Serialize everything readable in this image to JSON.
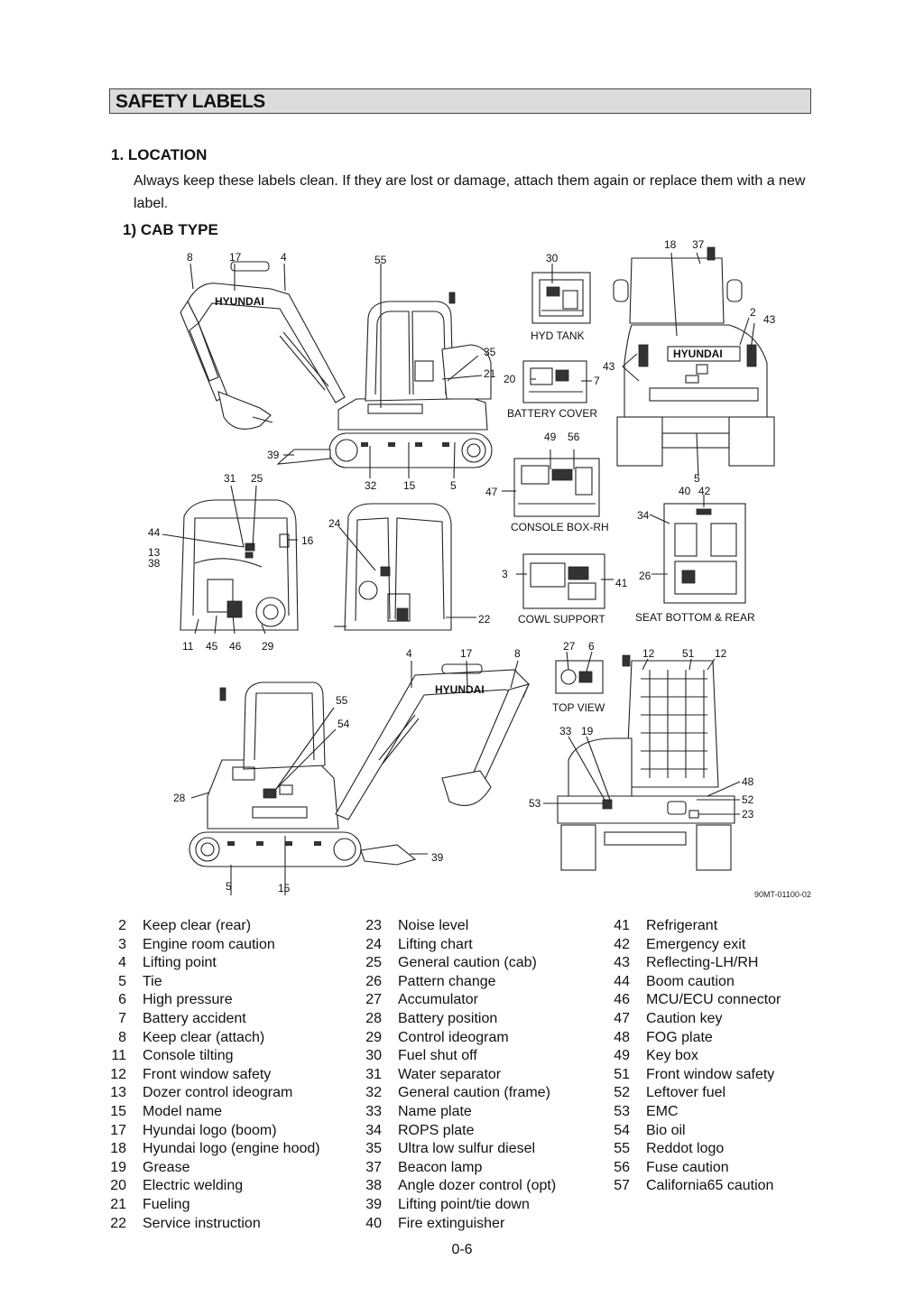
{
  "page": {
    "title": "SAFETY LABELS",
    "section": "1.  LOCATION",
    "intro": "Always keep these labels clean.  If they are lost or damage, attach them again or replace them with a new label.",
    "subsection": "1) CAB TYPE",
    "drawing_code": "90MT-01100-02",
    "page_number": "0-6"
  },
  "diagram": {
    "captions": {
      "hyd_tank": "HYD TANK",
      "battery_cover": "BATTERY COVER",
      "console_box": "CONSOLE BOX-RH",
      "cowl_support": "COWL SUPPORT",
      "seat_bottom": "SEAT BOTTOM & REAR",
      "top_view": "TOP VIEW"
    },
    "brand_text": "HYUNDAI"
  },
  "legend": {
    "col1": [
      {
        "num": "2",
        "label": "Keep clear (rear)"
      },
      {
        "num": "3",
        "label": "Engine room caution"
      },
      {
        "num": "4",
        "label": "Lifting point"
      },
      {
        "num": "5",
        "label": "Tie"
      },
      {
        "num": "6",
        "label": "High pressure"
      },
      {
        "num": "7",
        "label": "Battery accident"
      },
      {
        "num": "8",
        "label": "Keep clear (attach)"
      },
      {
        "num": "11",
        "label": "Console tilting"
      },
      {
        "num": "12",
        "label": "Front window safety"
      },
      {
        "num": "13",
        "label": "Dozer control ideogram"
      },
      {
        "num": "15",
        "label": "Model name"
      },
      {
        "num": "17",
        "label": "Hyundai logo (boom)"
      },
      {
        "num": "18",
        "label": "Hyundai logo (engine hood)"
      },
      {
        "num": "19",
        "label": "Grease"
      },
      {
        "num": "20",
        "label": "Electric welding"
      },
      {
        "num": "21",
        "label": "Fueling"
      },
      {
        "num": "22",
        "label": "Service instruction"
      }
    ],
    "col2": [
      {
        "num": "23",
        "label": "Noise level"
      },
      {
        "num": "24",
        "label": "Lifting chart"
      },
      {
        "num": "25",
        "label": "General caution (cab)"
      },
      {
        "num": "26",
        "label": "Pattern change"
      },
      {
        "num": "27",
        "label": "Accumulator"
      },
      {
        "num": "28",
        "label": "Battery position"
      },
      {
        "num": "29",
        "label": "Control ideogram"
      },
      {
        "num": "30",
        "label": "Fuel shut off"
      },
      {
        "num": "31",
        "label": "Water separator"
      },
      {
        "num": "32",
        "label": "General caution (frame)"
      },
      {
        "num": "33",
        "label": "Name plate"
      },
      {
        "num": "34",
        "label": "ROPS plate"
      },
      {
        "num": "35",
        "label": "Ultra low sulfur diesel"
      },
      {
        "num": "37",
        "label": "Beacon lamp"
      },
      {
        "num": "38",
        "label": "Angle dozer control (opt)"
      },
      {
        "num": "39",
        "label": "Lifting point/tie down"
      },
      {
        "num": "40",
        "label": "Fire extinguisher"
      }
    ],
    "col3": [
      {
        "num": "41",
        "label": "Refrigerant"
      },
      {
        "num": "42",
        "label": "Emergency exit"
      },
      {
        "num": "43",
        "label": "Reflecting-LH/RH"
      },
      {
        "num": "44",
        "label": "Boom caution"
      },
      {
        "num": "46",
        "label": "MCU/ECU connector"
      },
      {
        "num": "47",
        "label": "Caution key"
      },
      {
        "num": "48",
        "label": "FOG plate"
      },
      {
        "num": "49",
        "label": "Key box"
      },
      {
        "num": "51",
        "label": "Front window safety"
      },
      {
        "num": "52",
        "label": "Leftover fuel"
      },
      {
        "num": "53",
        "label": "EMC"
      },
      {
        "num": "54",
        "label": "Bio oil"
      },
      {
        "num": "55",
        "label": "Reddot logo"
      },
      {
        "num": "56",
        "label": "Fuse caution"
      },
      {
        "num": "57",
        "label": "California65 caution"
      }
    ]
  }
}
